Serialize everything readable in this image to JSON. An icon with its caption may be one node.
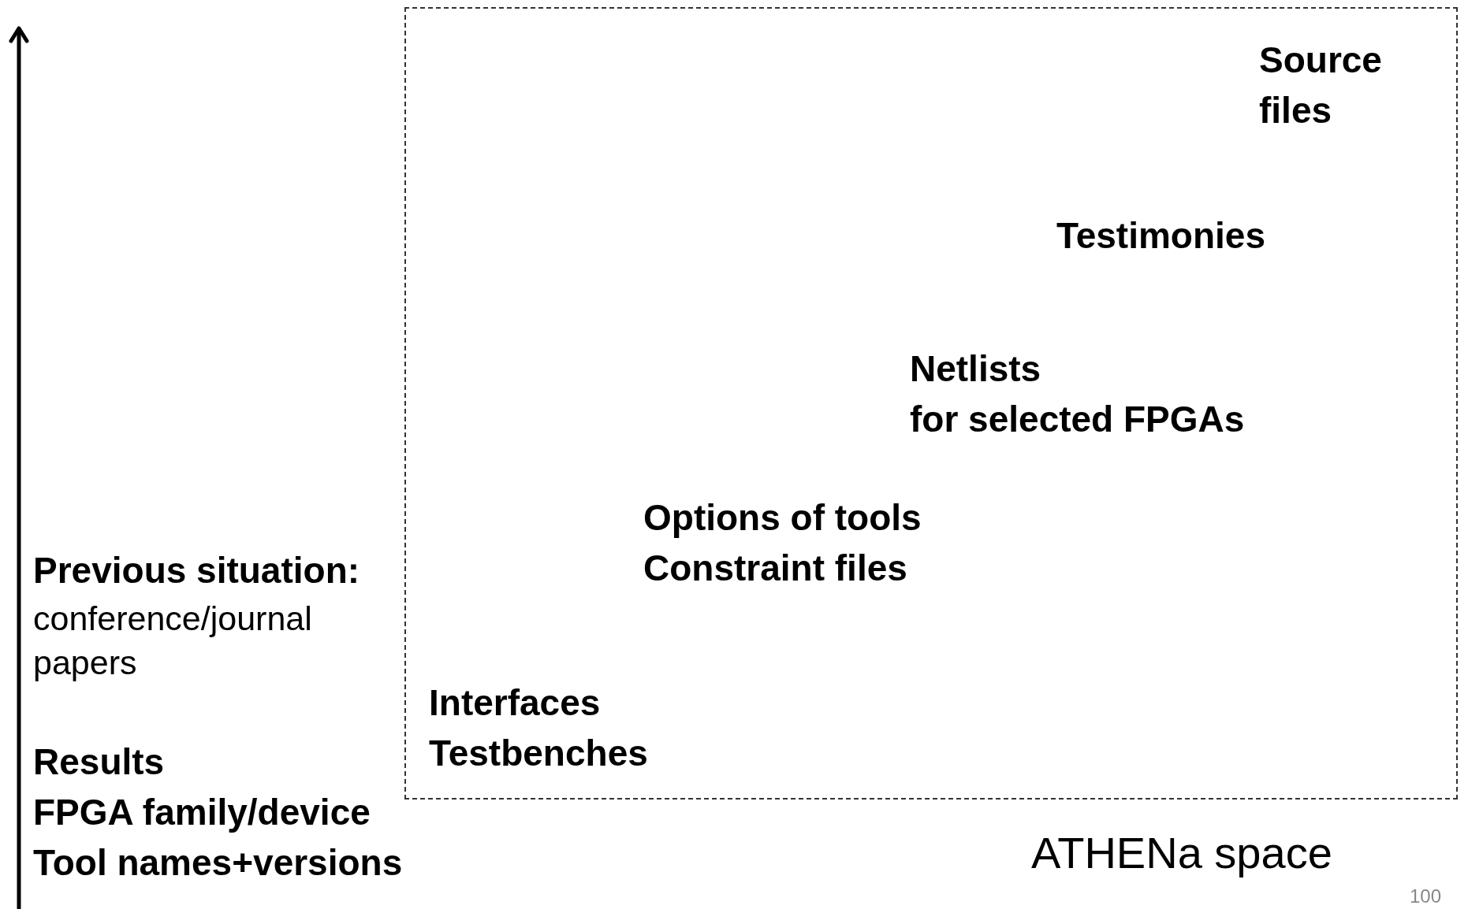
{
  "diagram": {
    "nodes": [
      {
        "text": [
          "ATHENa space"
        ]
      }
    ],
    "labels": [
      "Source files",
      "Testimonies",
      "Netlists",
      "for selected FPGAs",
      "Previous situation:",
      "Options of tools",
      "Constraint files",
      "conference/journal papers",
      "Interfaces",
      "Testbenches",
      "Results",
      "FPGA family/device",
      "Tool names+versions",
      "100"
    ]
  }
}
